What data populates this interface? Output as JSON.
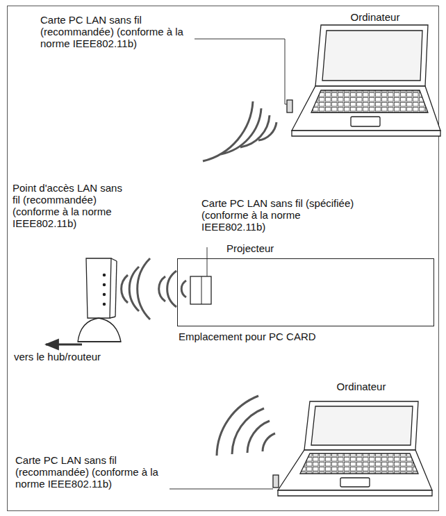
{
  "diagram": {
    "nodes": [
      {
        "text": [
          "Ordinateur"
        ]
      },
      {
        "text": [
          "Projecteur"
        ]
      },
      {
        "text": [
          "Ordinateur"
        ]
      }
    ],
    "labels": [
      "Carte PC LAN sans fil (recommandée) (conforme à la norme IEEE802.11b)",
      "Point d'accès LAN sans fil (recommandée) (conforme à la norme IEEE802.11b)",
      "Carte PC LAN sans fil (spécifiée) (conforme à la norme IEEE802.11b)",
      "Emplacement pour PC CARD",
      "vers le hub/routeur",
      "Carte PC LAN sans fil (recommandée) (conforme à la norme IEEE802.11b)"
    ]
  }
}
